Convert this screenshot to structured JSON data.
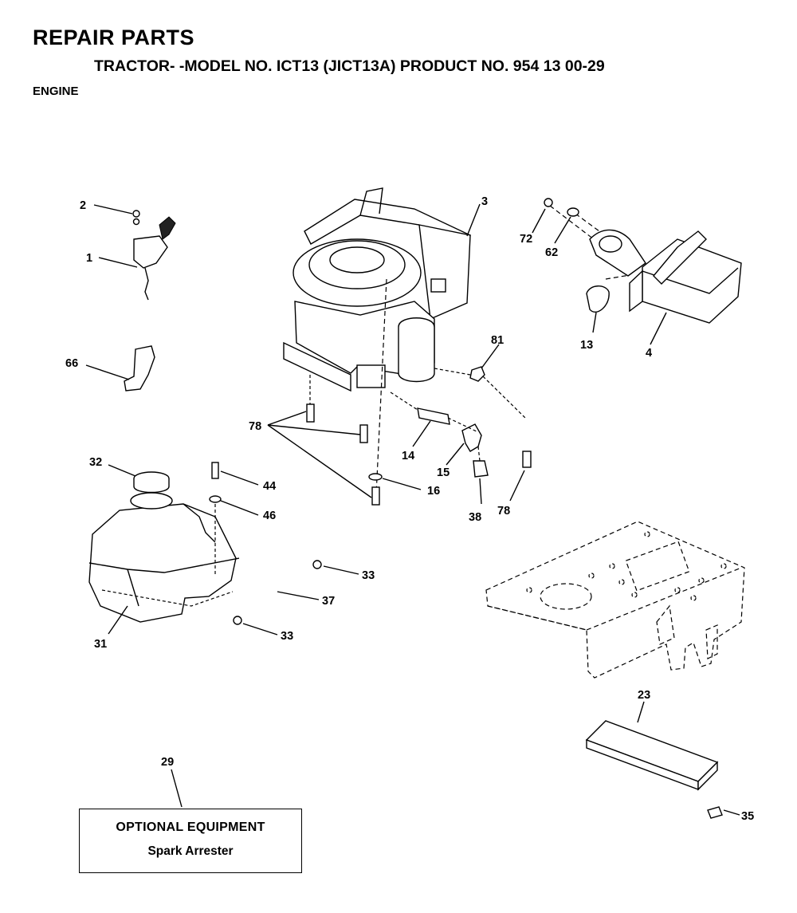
{
  "header": {
    "title": "REPAIR PARTS",
    "subtitle": "TRACTOR- -MODEL NO. ICT13 (JICT13A) PRODUCT NO. 954 13 00-29",
    "section": "ENGINE"
  },
  "callouts": {
    "c1": "1",
    "c2": "2",
    "c3": "3",
    "c4": "4",
    "c13": "13",
    "c14": "14",
    "c15": "15",
    "c16": "16",
    "c23": "23",
    "c29": "29",
    "c31": "31",
    "c32": "32",
    "c33a": "33",
    "c33b": "33",
    "c35": "35",
    "c37": "37",
    "c38": "38",
    "c44": "44",
    "c46": "46",
    "c62": "62",
    "c66": "66",
    "c72": "72",
    "c78a": "78",
    "c78b": "78",
    "c81": "81"
  },
  "optional": {
    "heading": "OPTIONAL EQUIPMENT",
    "item": "Spark Arrester"
  }
}
